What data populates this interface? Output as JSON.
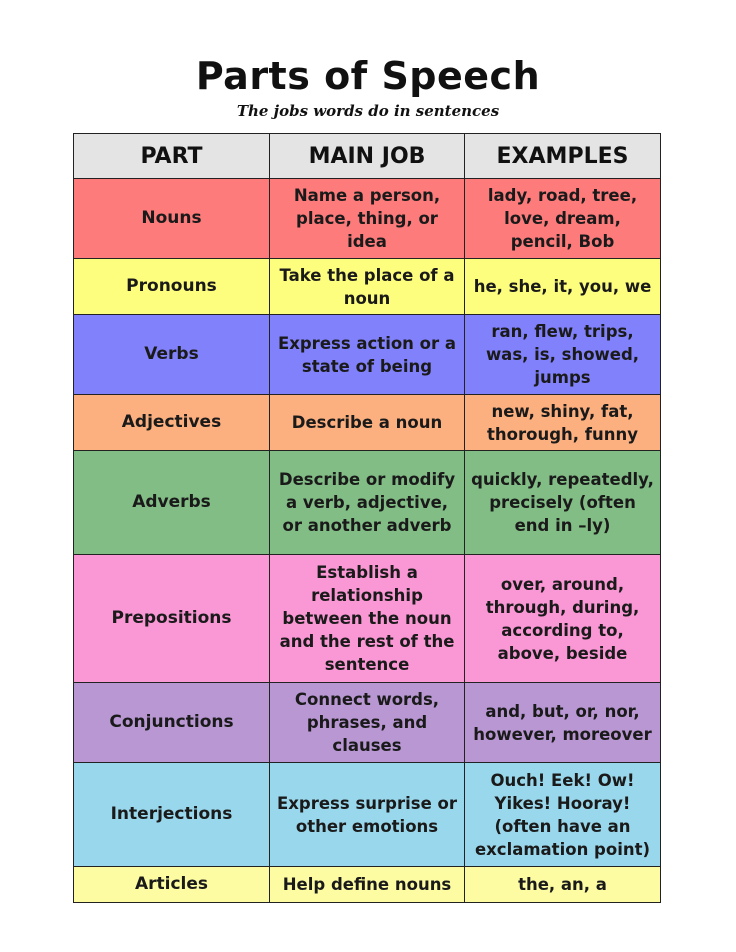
{
  "title": "Parts of Speech",
  "subtitle": "The jobs words do in sentences",
  "headers": [
    "PART",
    "MAIN JOB",
    "EXAMPLES"
  ],
  "header_color": "#e4e4e4",
  "rows": [
    {
      "part": "Nouns",
      "job": "Name a person, place, thing, or idea",
      "examples": "lady, road, tree, love, dream, pencil, Bob",
      "color": "#fd7b7b"
    },
    {
      "part": "Pronouns",
      "job": "Take the place of a noun",
      "examples": "he, she, it, you, we",
      "color": "#fdfd7e"
    },
    {
      "part": "Verbs",
      "job": "Express action or a state of being",
      "examples": "ran, flew, trips, was, is, showed, jumps",
      "color": "#8181fb"
    },
    {
      "part": "Adjectives",
      "job": "Describe a noun",
      "examples": "new, shiny, fat, thorough, funny",
      "color": "#fcb07f"
    },
    {
      "part": "Adverbs",
      "job": "Describe or modify a verb, adjective, or another adverb",
      "examples": "quickly, repeatedly, precisely (often end in –ly)",
      "color": "#82bd85"
    },
    {
      "part": "Prepositions",
      "job": "Establish a relationship between the noun and the rest of the sentence",
      "examples": "over, around, through, during, according to, above, beside",
      "color": "#fa97d5"
    },
    {
      "part": "Conjunctions",
      "job": "Connect words, phrases, and clauses",
      "examples": "and, but, or, nor, however, moreover",
      "color": "#b897d3"
    },
    {
      "part": "Interjections",
      "job": "Express surprise or other emotions",
      "examples": "Ouch! Eek!  Ow! Yikes! Hooray! (often have an exclamation point)",
      "color": "#99d8ec"
    },
    {
      "part": "Articles",
      "job": "Help define nouns",
      "examples": "the, an, a",
      "color": "#fdfca3"
    }
  ]
}
